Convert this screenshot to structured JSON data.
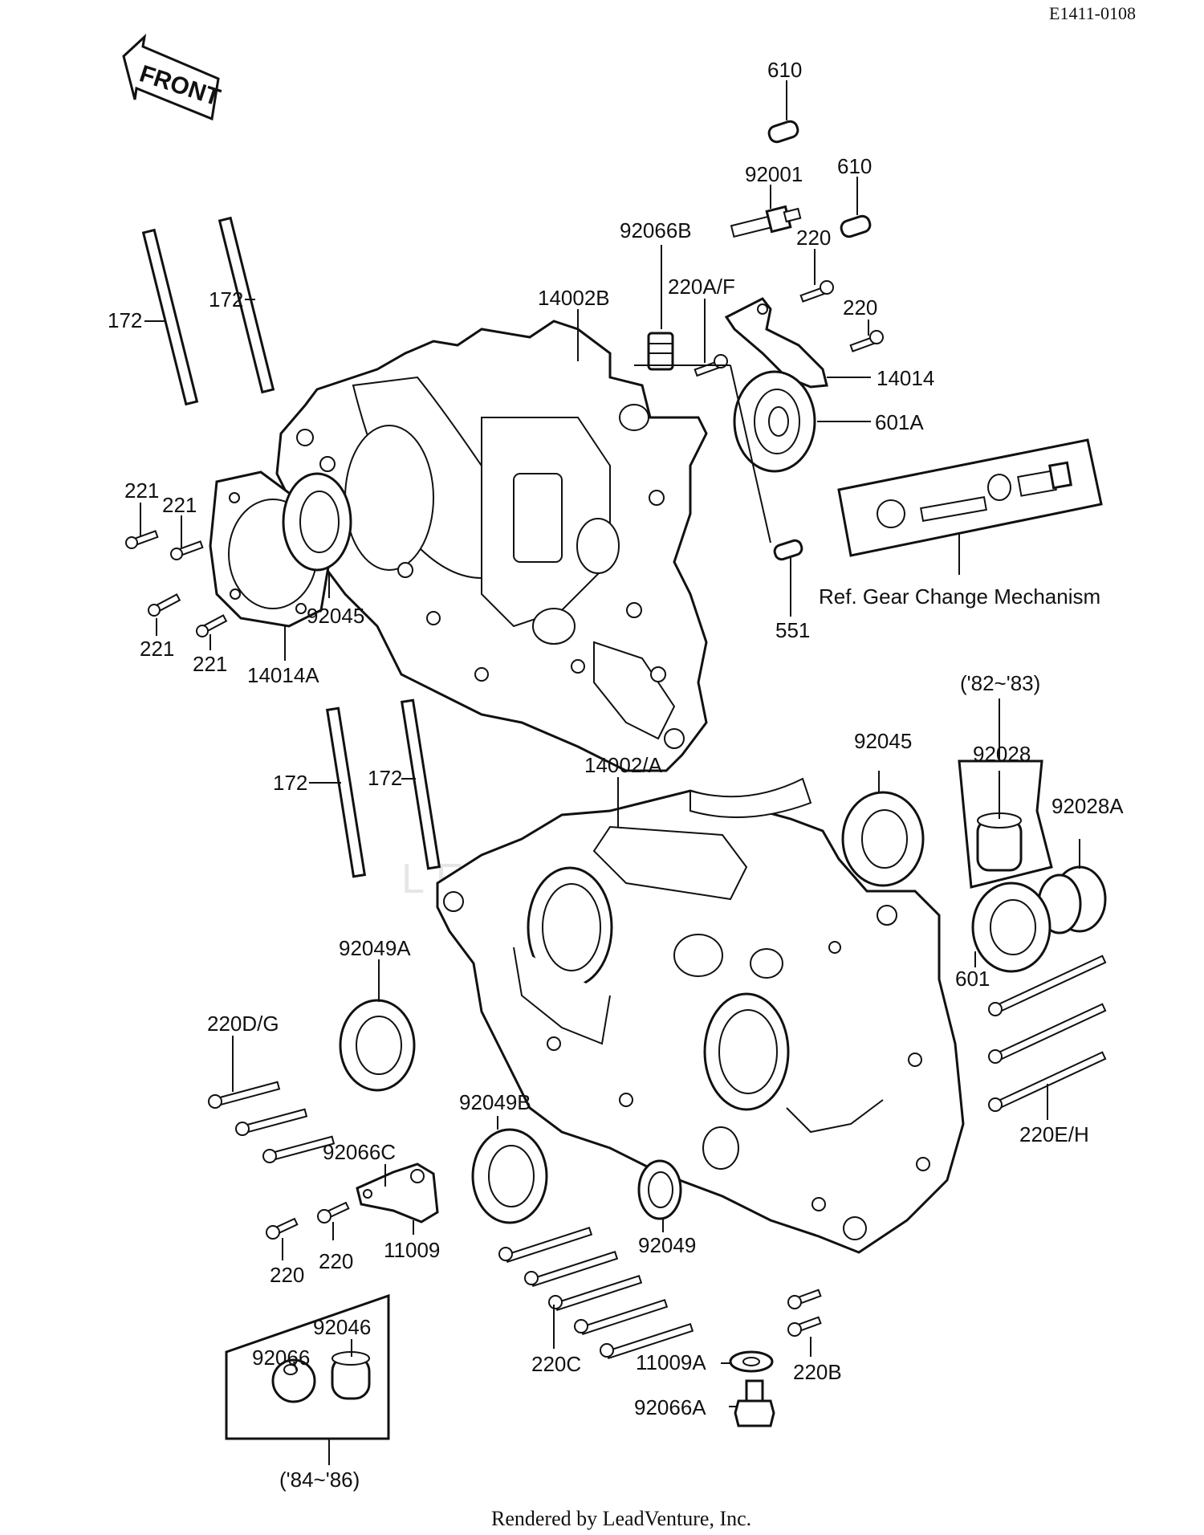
{
  "diagram_code": "E1411-0108",
  "front_label": "FRONT",
  "footer": "Rendered by LeadVenture, Inc.",
  "watermark": "LEADVENTURE",
  "labels": {
    "p610_top": "610",
    "p92001": "92001",
    "p610_right": "610",
    "p220_a": "220",
    "p220_b": "220",
    "p92066B": "92066B",
    "p220AF": "220A/F",
    "p14002B": "14002B",
    "p14014": "14014",
    "p601A": "601A",
    "p172_a": "172",
    "p172_b": "172",
    "p221_a": "221",
    "p221_b": "221",
    "p221_c": "221",
    "p221_d": "221",
    "p92045_top": "92045",
    "p14014A": "14014A",
    "p551": "551",
    "ref_gear": "Ref.  Gear Change Mechanism",
    "years_82_83": "('82~'83)",
    "p92045": "92045",
    "p92028": "92028",
    "p92028A": "92028A",
    "p172_c": "172",
    "p172_d": "172",
    "p14002A": "14002/A",
    "p601": "601",
    "p92049A": "92049A",
    "p220DG": "220D/G",
    "p220EH": "220E/H",
    "p92066C": "92066C",
    "p92049B": "92049B",
    "p11009": "11009",
    "p220_c": "220",
    "p220_d": "220",
    "p92049": "92049",
    "p220C": "220C",
    "p11009A": "11009A",
    "p220B": "220B",
    "p92066A": "92066A",
    "p92046": "92046",
    "p92066": "92066",
    "years_84_86": "('84~'86)"
  }
}
